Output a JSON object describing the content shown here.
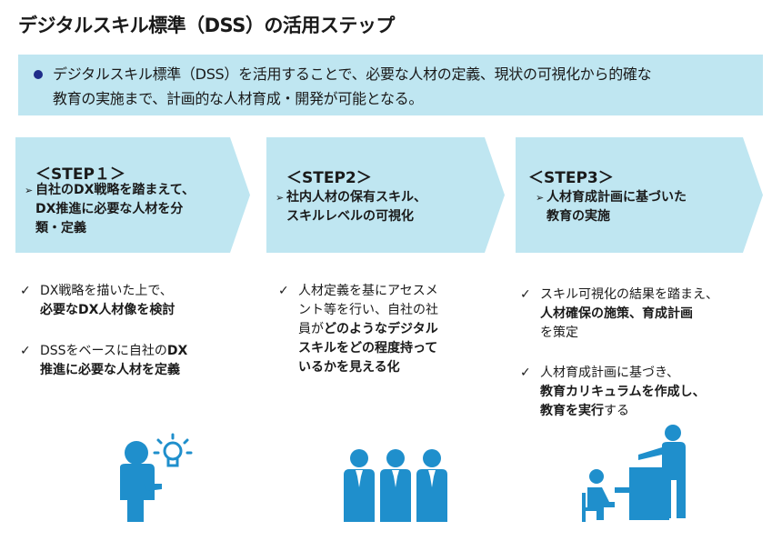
{
  "title": "デジタルスキル標準（DSS）の活用ステップ",
  "summary": {
    "line1": "デジタルスキル標準（DSS）を活用することで、必要な人材の定義、現状の可視化から的確な",
    "line2": "教育の実施まで、計画的な人材育成・開発が可能となる。"
  },
  "steps": [
    {
      "title": "＜STEP１＞",
      "desc": [
        "自社のDX戦略を踏まえて、",
        "DX推進に必要な人材を分",
        "類・定義"
      ]
    },
    {
      "title": "＜STEP2＞",
      "desc": [
        "社内人材の保有スキル、",
        "スキルレベルの可視化"
      ]
    },
    {
      "title": "＜STEP3＞",
      "desc": [
        "人材育成計画に基づいた",
        "教育の実施"
      ]
    }
  ],
  "checks": {
    "step1": {
      "item1": {
        "line1": "DX戦略を描いた上で、",
        "line2": "必要なDX人材像を検討"
      },
      "item2": {
        "line1_a": "DSSをベースに自社の",
        "line1_b": "DX",
        "line2": "推進に必要な人材を定義"
      }
    },
    "step2": {
      "item1": {
        "line1": "人材定義を基にアセスメ",
        "line2": "ント等を行い、自社の社",
        "line3_a": "員が",
        "line3_b": "どのようなデジタル",
        "line4": "スキルをどの程度持って",
        "line5": "いるかを見える化"
      }
    },
    "step3": {
      "item1": {
        "line1": "スキル可視化の結果を踏まえ、",
        "line2": "人材確保の施策、育成計画",
        "line3": "を策定"
      },
      "item2": {
        "line1": "人材育成計画に基づき、",
        "line2": "教育カリキュラムを作成し、",
        "line3_a": "教育を実行",
        "line3_b": "する"
      }
    }
  },
  "colors": {
    "accent_light": "#bfe6f1",
    "icon_blue": "#1f8fcc",
    "bullet_navy": "#1f2d8a"
  },
  "icons": [
    "lightbulb-person-icon",
    "group-people-icon",
    "teacher-student-icon"
  ]
}
